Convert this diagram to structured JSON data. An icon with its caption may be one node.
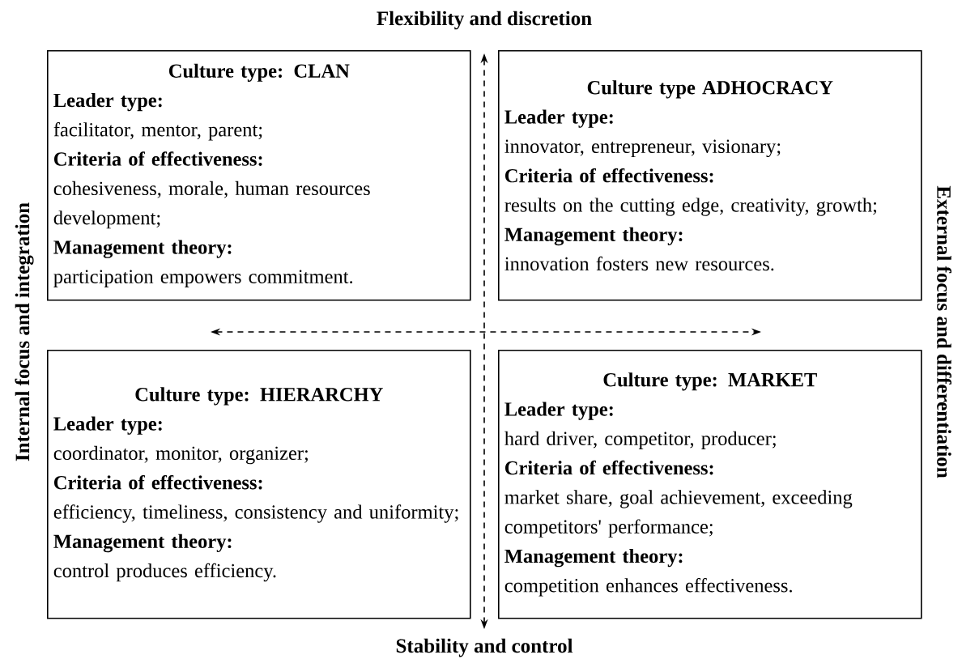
{
  "diagram": {
    "nodes": [
      {
        "text": [
          "Culture type: CLAN",
          "Leader type:",
          "facilitator, mentor, parent;",
          "Criteria of effectiveness:",
          "cohesiveness, morale, human resources development;",
          "Management theory:",
          "participation empowers commitment."
        ]
      },
      {
        "text": [
          "Culture type ADHOCRACY",
          "Leader type:",
          "innovator, entrepreneur, visionary;",
          "Criteria of effectiveness:",
          "results on the cutting edge, creativity, growth;",
          "Management theory:",
          "innovation fosters new resources."
        ]
      },
      {
        "text": [
          "Culture type: HIERARCHY",
          "Leader type:",
          "coordinator, monitor, organizer;",
          "Criteria of effectiveness:",
          "efficiency, timeliness, consistency and uniformity;",
          "Management theory:",
          "control produces efficiency."
        ]
      },
      {
        "text": [
          "Culture type: MARKET",
          "Leader type:",
          "hard driver, competitor, producer;",
          "Criteria of effectiveness:",
          "market share, goal achievement, exceeding competitors' performance;",
          "Management theory:",
          "competition enhances effectiveness."
        ]
      }
    ],
    "labels": [
      "Flexibility and discretion",
      "Internal focus and integration",
      "External focus and differentiation",
      "Stability and control"
    ]
  }
}
